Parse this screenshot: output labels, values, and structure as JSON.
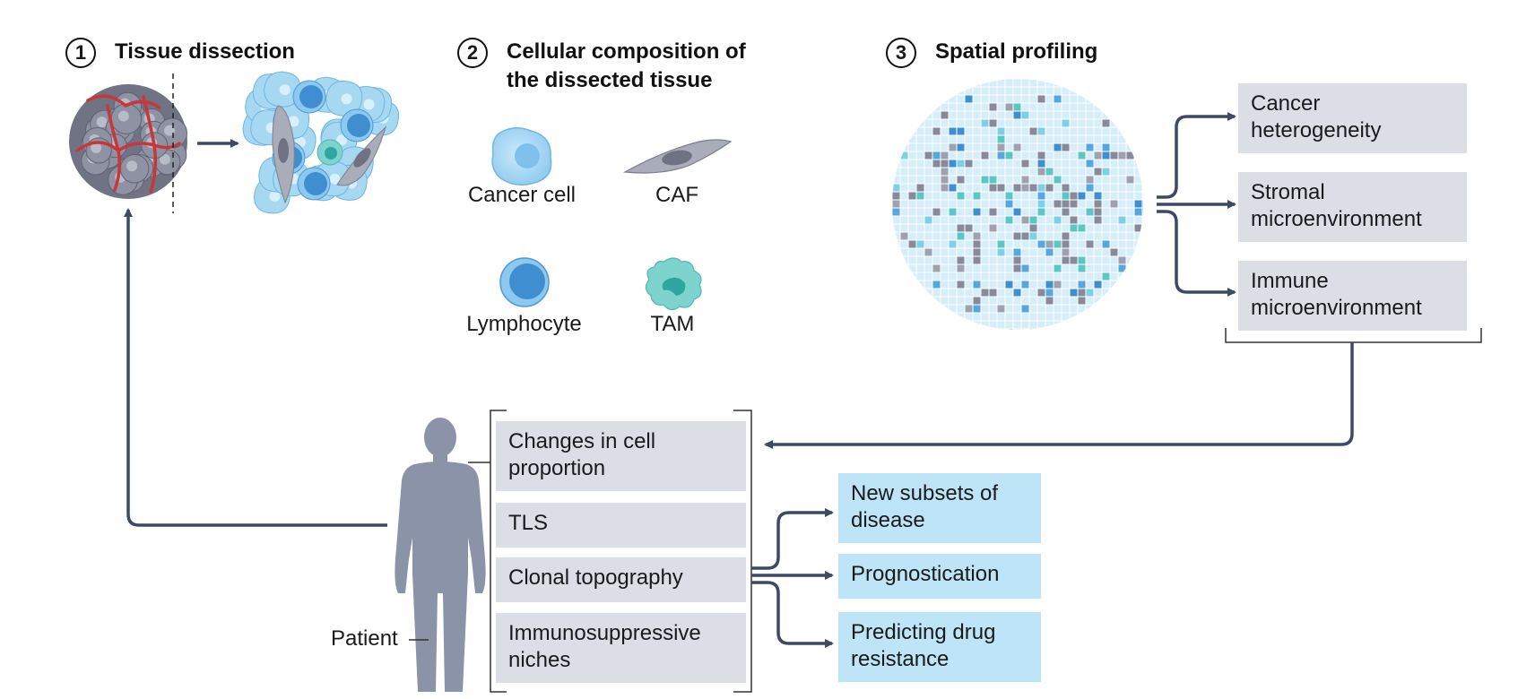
{
  "steps": [
    {
      "num": "1",
      "title": "Tissue dissection"
    },
    {
      "num": "2",
      "title_line1": "Cellular composition of",
      "title_line2": "the dissected tissue"
    },
    {
      "num": "3",
      "title": "Spatial profiling"
    }
  ],
  "cell_types": {
    "cancer_cell": "Cancer cell",
    "caf": "CAF",
    "lymphocyte": "Lymphocyte",
    "tam": "TAM"
  },
  "profiling_outputs": [
    {
      "line1": "Cancer",
      "line2": "heterogeneity"
    },
    {
      "line1": "Stromal",
      "line2": "microenvironment"
    },
    {
      "line1": "Immune",
      "line2": "microenvironment"
    }
  ],
  "findings": [
    {
      "line1": "Changes in cell",
      "line2": "proportion"
    },
    {
      "line1": "TLS",
      "line2": ""
    },
    {
      "line1": "Clonal topography",
      "line2": ""
    },
    {
      "line1": "Immunosuppressive",
      "line2": "niches"
    }
  ],
  "applications": [
    {
      "line1": "New subsets of",
      "line2": "disease"
    },
    {
      "line1": "Prognostication",
      "line2": ""
    },
    {
      "line1": "Predicting drug",
      "line2": "resistance"
    }
  ],
  "patient_label": "Patient",
  "colors": {
    "arrow": "#3d4a66",
    "grey_box": "#dcdee6",
    "blue_box": "#bde5f7",
    "tissue_grey": "#8e92a3",
    "vessel_red": "#c9363a",
    "cancer_blue": "#a6d8f2",
    "lymph_blue": "#3f8fd0",
    "tam_teal": "#5cc7c2",
    "human_grey": "#8b93a8"
  }
}
